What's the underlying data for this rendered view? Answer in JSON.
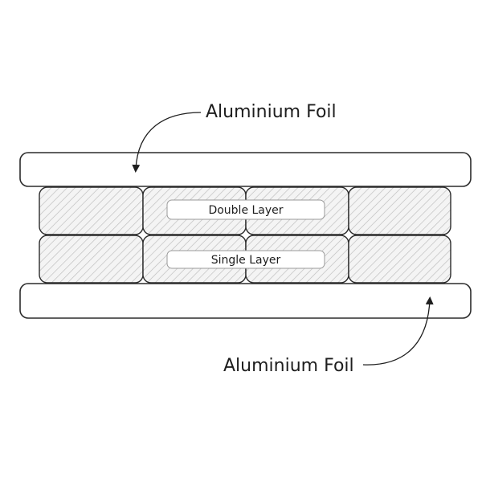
{
  "labels": {
    "top_foil": "Aluminium Foil",
    "bottom_foil": "Aluminium Foil",
    "double_layer": "Double Layer",
    "single_layer": "Single Layer"
  },
  "colors": {
    "stroke": "#2b2b2b",
    "hatch": "#b9b9b9",
    "block_fill": "#f3f3f3",
    "foil_fill": "#ffffff"
  }
}
